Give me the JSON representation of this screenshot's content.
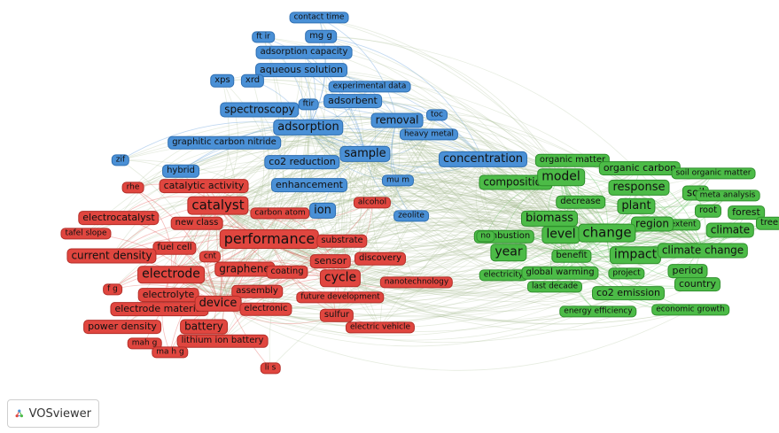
{
  "branding": {
    "name": "VOSviewer"
  },
  "colors": {
    "cluster_blue": "#4a90d6",
    "cluster_red": "#e0463f",
    "cluster_green": "#4cbb47"
  },
  "network": {
    "clusters": [
      {
        "id": "blue",
        "color": "#4a90d6"
      },
      {
        "id": "red",
        "color": "#e0463f"
      },
      {
        "id": "green",
        "color": "#4cbb47"
      }
    ],
    "terms": [
      {
        "label": "contact time",
        "cluster": "blue"
      },
      {
        "label": "ft ir",
        "cluster": "blue"
      },
      {
        "label": "mg g",
        "cluster": "blue"
      },
      {
        "label": "adsorption capacity",
        "cluster": "blue"
      },
      {
        "label": "aqueous solution",
        "cluster": "blue"
      },
      {
        "label": "xps",
        "cluster": "blue"
      },
      {
        "label": "xrd",
        "cluster": "blue"
      },
      {
        "label": "experimental data",
        "cluster": "blue"
      },
      {
        "label": "adsorbent",
        "cluster": "blue"
      },
      {
        "label": "spectroscopy",
        "cluster": "blue"
      },
      {
        "label": "ftir",
        "cluster": "blue"
      },
      {
        "label": "removal",
        "cluster": "blue"
      },
      {
        "label": "toc",
        "cluster": "blue"
      },
      {
        "label": "adsorption",
        "cluster": "blue"
      },
      {
        "label": "heavy metal",
        "cluster": "blue"
      },
      {
        "label": "graphitic carbon nitride",
        "cluster": "blue"
      },
      {
        "label": "sample",
        "cluster": "blue"
      },
      {
        "label": "co2 reduction",
        "cluster": "blue"
      },
      {
        "label": "concentration",
        "cluster": "blue"
      },
      {
        "label": "zif",
        "cluster": "blue"
      },
      {
        "label": "hybrid",
        "cluster": "blue"
      },
      {
        "label": "enhancement",
        "cluster": "blue"
      },
      {
        "label": "mu m",
        "cluster": "blue"
      },
      {
        "label": "ion",
        "cluster": "blue"
      },
      {
        "label": "zeolite",
        "cluster": "blue"
      },
      {
        "label": "rhe",
        "cluster": "red"
      },
      {
        "label": "catalytic activity",
        "cluster": "red"
      },
      {
        "label": "catalyst",
        "cluster": "red"
      },
      {
        "label": "carbon atom",
        "cluster": "red"
      },
      {
        "label": "alcohol",
        "cluster": "red"
      },
      {
        "label": "electrocatalyst",
        "cluster": "red"
      },
      {
        "label": "new class",
        "cluster": "red"
      },
      {
        "label": "tafel slope",
        "cluster": "red"
      },
      {
        "label": "performance",
        "cluster": "red"
      },
      {
        "label": "substrate",
        "cluster": "red"
      },
      {
        "label": "fuel cell",
        "cluster": "red"
      },
      {
        "label": "current density",
        "cluster": "red"
      },
      {
        "label": "cnt",
        "cluster": "red"
      },
      {
        "label": "sensor",
        "cluster": "red"
      },
      {
        "label": "discovery",
        "cluster": "red"
      },
      {
        "label": "graphene",
        "cluster": "red"
      },
      {
        "label": "coating",
        "cluster": "red"
      },
      {
        "label": "electrode",
        "cluster": "red"
      },
      {
        "label": "cycle",
        "cluster": "red"
      },
      {
        "label": "nanotechnology",
        "cluster": "red"
      },
      {
        "label": "f g",
        "cluster": "red"
      },
      {
        "label": "electrolyte",
        "cluster": "red"
      },
      {
        "label": "assembly",
        "cluster": "red"
      },
      {
        "label": "future development",
        "cluster": "red"
      },
      {
        "label": "electrode material",
        "cluster": "red"
      },
      {
        "label": "device",
        "cluster": "red"
      },
      {
        "label": "electronic",
        "cluster": "red"
      },
      {
        "label": "sulfur",
        "cluster": "red"
      },
      {
        "label": "power density",
        "cluster": "red"
      },
      {
        "label": "battery",
        "cluster": "red"
      },
      {
        "label": "electric vehicle",
        "cluster": "red"
      },
      {
        "label": "mah g",
        "cluster": "red"
      },
      {
        "label": "lithium ion battery",
        "cluster": "red"
      },
      {
        "label": "ma h g",
        "cluster": "red"
      },
      {
        "label": "li s",
        "cluster": "red"
      },
      {
        "label": "organic matter",
        "cluster": "green"
      },
      {
        "label": "organic carbon",
        "cluster": "green"
      },
      {
        "label": "composition",
        "cluster": "green"
      },
      {
        "label": "model",
        "cluster": "green"
      },
      {
        "label": "soil organic matter",
        "cluster": "green"
      },
      {
        "label": "response",
        "cluster": "green"
      },
      {
        "label": "soil",
        "cluster": "green"
      },
      {
        "label": "meta analysis",
        "cluster": "green"
      },
      {
        "label": "decrease",
        "cluster": "green"
      },
      {
        "label": "plant",
        "cluster": "green"
      },
      {
        "label": "root",
        "cluster": "green"
      },
      {
        "label": "forest",
        "cluster": "green"
      },
      {
        "label": "biomass",
        "cluster": "green"
      },
      {
        "label": "extent",
        "cluster": "green"
      },
      {
        "label": "region",
        "cluster": "green"
      },
      {
        "label": "climate",
        "cluster": "green"
      },
      {
        "label": "tree",
        "cluster": "green"
      },
      {
        "label": "level",
        "cluster": "green"
      },
      {
        "label": "change",
        "cluster": "green"
      },
      {
        "label": "combustion",
        "cluster": "green"
      },
      {
        "label": "no",
        "cluster": "green"
      },
      {
        "label": "year",
        "cluster": "green"
      },
      {
        "label": "benefit",
        "cluster": "green"
      },
      {
        "label": "impact",
        "cluster": "green"
      },
      {
        "label": "climate change",
        "cluster": "green"
      },
      {
        "label": "electricity",
        "cluster": "green"
      },
      {
        "label": "global warming",
        "cluster": "green"
      },
      {
        "label": "project",
        "cluster": "green"
      },
      {
        "label": "period",
        "cluster": "green"
      },
      {
        "label": "last decade",
        "cluster": "green"
      },
      {
        "label": "country",
        "cluster": "green"
      },
      {
        "label": "co2 emission",
        "cluster": "green"
      },
      {
        "label": "energy efficiency",
        "cluster": "green"
      },
      {
        "label": "economic growth",
        "cluster": "green"
      }
    ]
  }
}
